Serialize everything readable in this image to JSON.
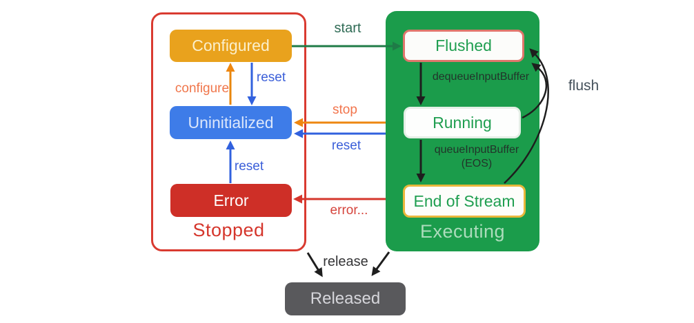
{
  "states": {
    "configured": "Configured",
    "uninitialized": "Uninitialized",
    "error": "Error",
    "flushed": "Flushed",
    "running": "Running",
    "end_of_stream": "End of Stream",
    "released": "Released"
  },
  "groups": {
    "stopped": "Stopped",
    "executing": "Executing"
  },
  "transitions": {
    "start": "start",
    "reset_configured": "reset",
    "configure": "configure",
    "stop": "stop",
    "reset_executing": "reset",
    "reset_error": "reset",
    "error": "error...",
    "dequeue_input_buffer": "dequeueInputBuffer",
    "queue_input_buffer": "queueInputBuffer",
    "queue_input_buffer_eos": "(EOS)",
    "flush": "flush",
    "release": "release"
  },
  "colors": {
    "configured_fill": "#E9A21D",
    "uninitialized_fill": "#3E7CE8",
    "error_fill": "#CE2F27",
    "executing_fill": "#1B9C4B",
    "released_fill": "#59595C",
    "stopped_border": "#D93A30",
    "flushed_border": "#E0766C",
    "eos_border": "#E9B73B",
    "start_arrow": "#1F7B47",
    "reset_arrow": "#3161DE",
    "configure_arrow": "#E8860D",
    "error_arrow": "#D5362C",
    "black_arrow": "#1E1E1E"
  }
}
